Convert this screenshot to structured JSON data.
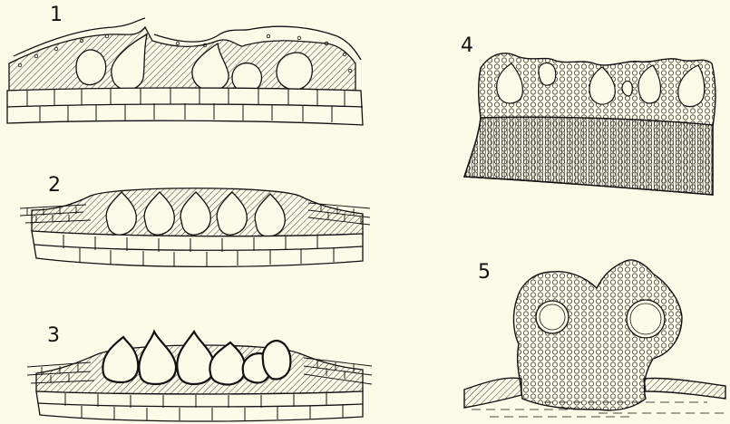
{
  "figures": [
    {
      "label": "1"
    },
    {
      "label": "2"
    },
    {
      "label": "3"
    },
    {
      "label": "4"
    },
    {
      "label": "5"
    }
  ],
  "colors": {
    "background": "#fbfbe8",
    "ink": "#111111"
  }
}
